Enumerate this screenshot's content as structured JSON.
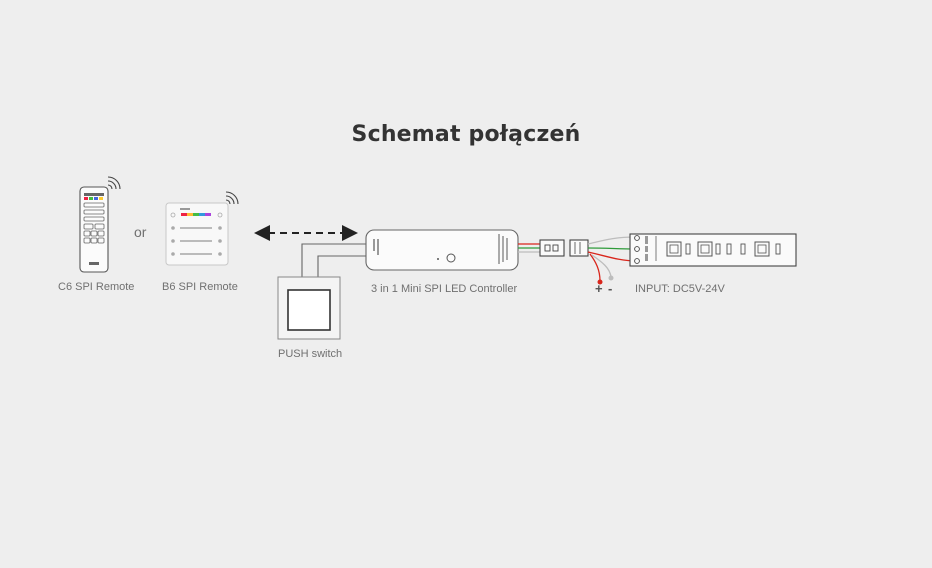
{
  "title": "Schemat połączeń",
  "labels": {
    "c6_remote": "C6 SPI Remote",
    "or": "or",
    "b6_remote": "B6 SPI Remote",
    "controller": "3 in 1 Mini SPI LED Controller",
    "push_switch": "PUSH switch",
    "plus": "+",
    "minus": "-",
    "input": "INPUT: DC5V-24V"
  },
  "colors": {
    "background": "#eeeeee",
    "line": "#555555",
    "wire_red": "#d9261c",
    "wire_green": "#2e9b3a",
    "wire_white": "#bdbdbd"
  }
}
